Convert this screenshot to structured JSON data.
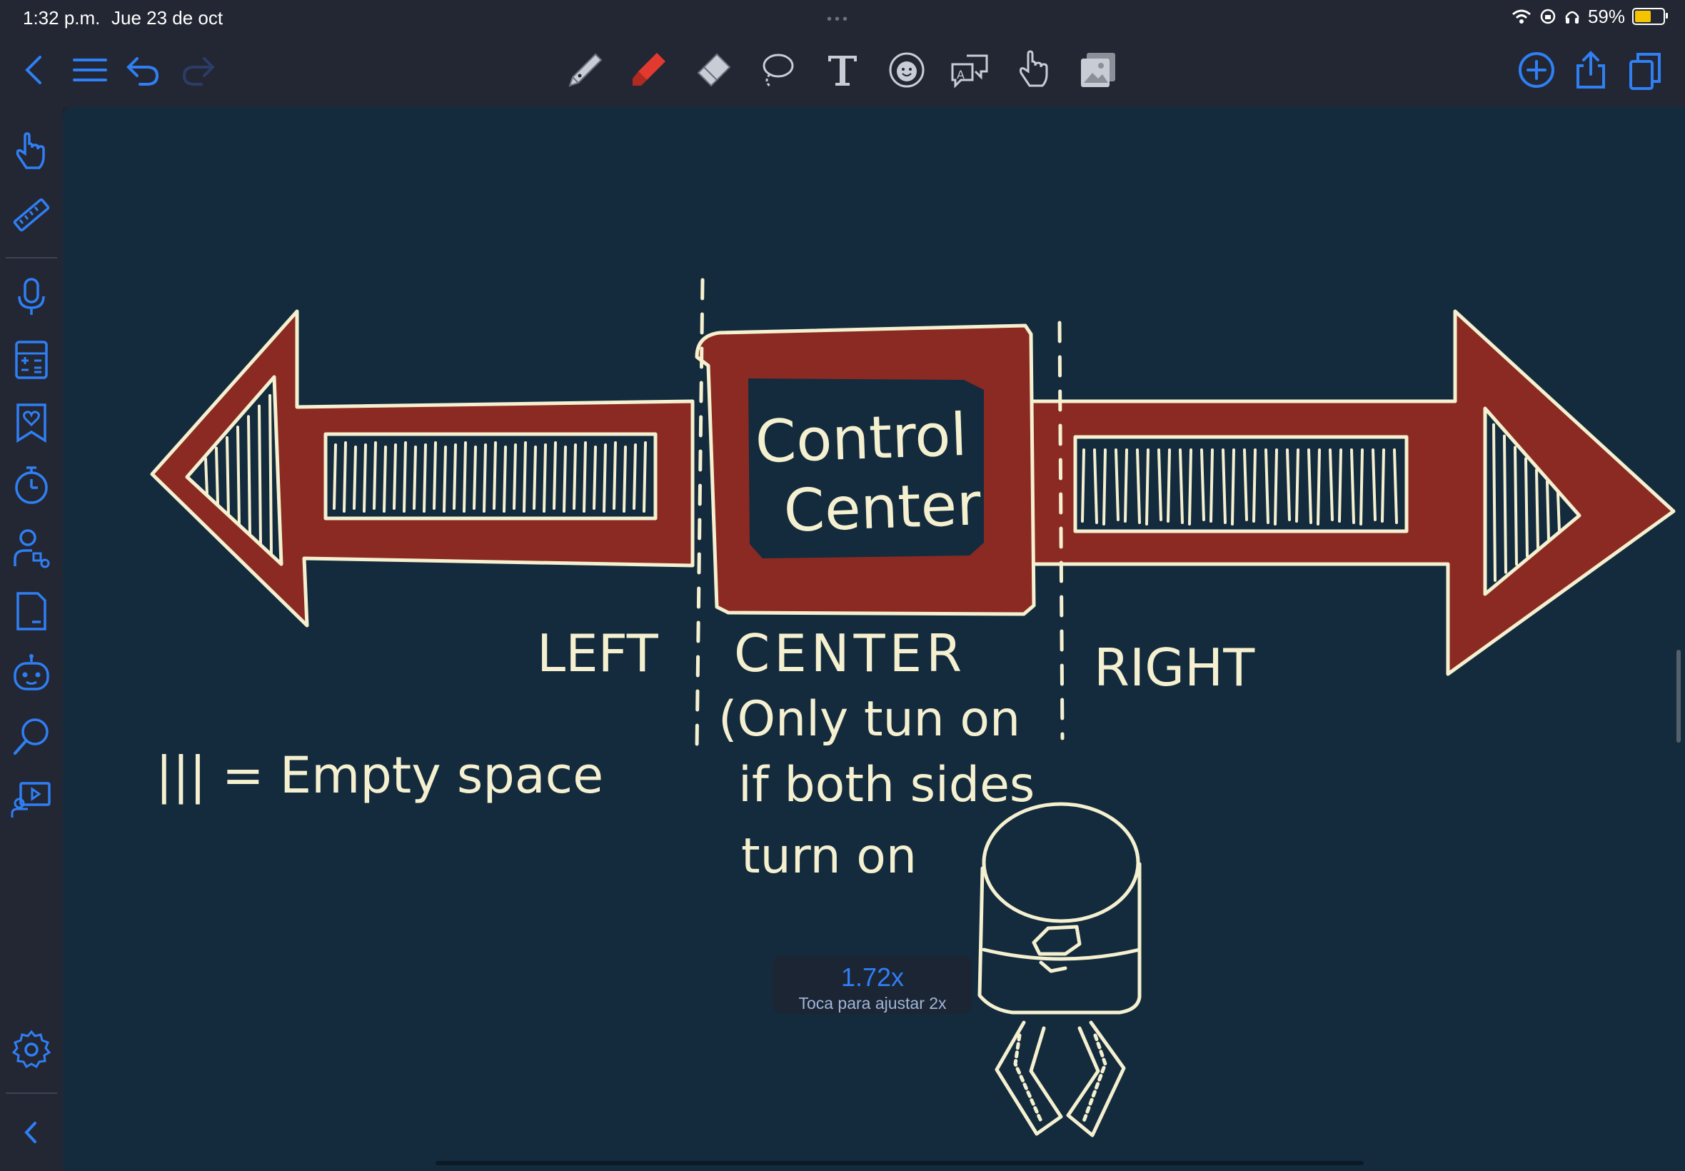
{
  "status_bar": {
    "time": "1:32 p.m.",
    "date": "Jue 23 de oct",
    "battery_percent": "59%",
    "battery_level": 0.59,
    "multitask": "•••"
  },
  "toolbar": {
    "left": [
      "back-chevron-icon",
      "menu-lines-icon",
      "undo-icon",
      "redo-icon"
    ],
    "tools": [
      "pen-icon",
      "highlighter-icon",
      "eraser-icon",
      "lasso-icon",
      "text-icon",
      "sticker-icon",
      "translate-icon",
      "hand-pointer-icon",
      "image-icon"
    ],
    "right": [
      "add-page-icon",
      "share-icon",
      "pages-icon"
    ]
  },
  "sidebar": {
    "items": [
      "hand-touch-icon",
      "ruler-icon",
      "microphone-icon",
      "calculator-icon",
      "favorites-icon",
      "timer-icon",
      "shapes-icon",
      "document-icon",
      "assistant-icon",
      "search-icon",
      "presentation-icon"
    ],
    "bottom": [
      "settings-icon",
      "collapse-chevron-icon"
    ]
  },
  "canvas": {
    "background": "#132b3d",
    "ink_color": "#f5f0d0",
    "fill_color": "#8b2a22",
    "handwriting": {
      "control_center_line1": "Control",
      "control_center_line2": "Center",
      "label_left": "LEFT",
      "label_center": "CENTER",
      "label_right": "RIGHT",
      "note_line1": "(Only tun on",
      "note_line2": "if both sides",
      "note_line3": "turn on",
      "legend": "||| = Empty space"
    }
  },
  "zoom_toast": {
    "level": "1.72x",
    "hint": "Toca para ajustar 2x"
  },
  "colors": {
    "accent": "#2f7ff5",
    "chrome": "#232733",
    "red_marker": "#e23a2e"
  }
}
